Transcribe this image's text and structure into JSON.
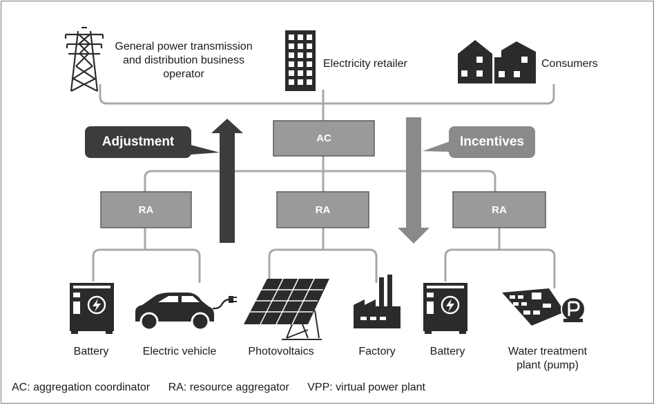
{
  "top_nodes": {
    "operator": {
      "line1": "General power transmission",
      "line2": "and distribution business",
      "line3": "operator",
      "icon": "transmission-tower-icon"
    },
    "retailer": {
      "label": "Electricity retailer",
      "icon": "office-building-icon"
    },
    "consumers": {
      "label": "Consumers",
      "icon": "houses-icon"
    }
  },
  "ac_box": {
    "label": "AC"
  },
  "callouts": {
    "adjustment": "Adjustment",
    "incentives": "Incentives"
  },
  "ra_boxes": [
    "RA",
    "RA",
    "RA"
  ],
  "resources": [
    {
      "label": "Battery",
      "icon": "battery-icon"
    },
    {
      "label": "Electric vehicle",
      "icon": "electric-vehicle-icon"
    },
    {
      "label": "Photovoltaics",
      "icon": "solar-panel-icon"
    },
    {
      "label": "Factory",
      "icon": "factory-icon"
    },
    {
      "label": "Battery",
      "icon": "battery-icon"
    },
    {
      "label_line1": "Water treatment",
      "label_line2": "plant (pump)",
      "icon": "water-treatment-plant-icon"
    }
  ],
  "legend": {
    "ac": "AC: aggregation coordinator",
    "ra": "RA: resource aggregator",
    "vpp": "VPP: virtual power plant"
  },
  "colors": {
    "dark": "#3c3c3c",
    "medium_gray": "#8a8a8a",
    "box_gray": "#9a9a9a",
    "line_gray": "#a8a8a8"
  }
}
